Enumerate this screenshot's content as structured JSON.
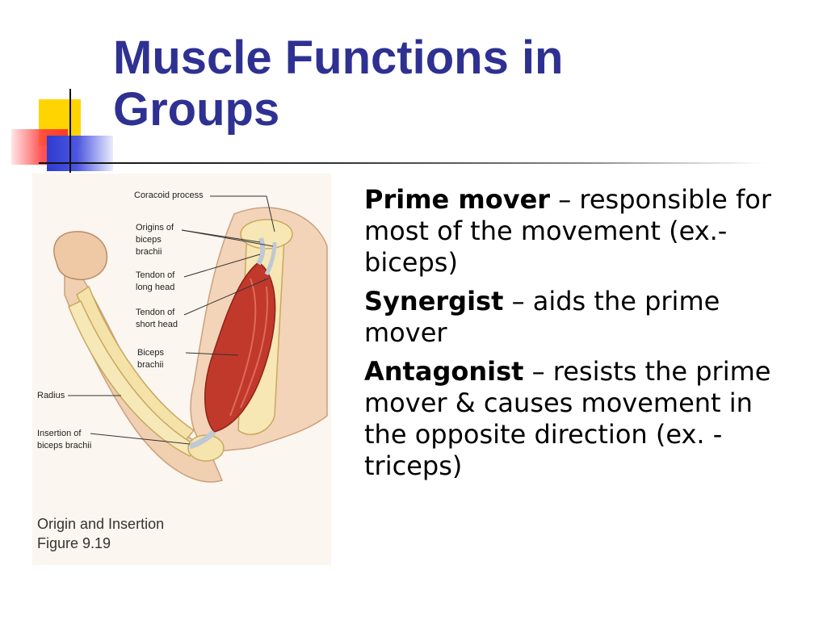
{
  "slide": {
    "title_line1": "Muscle Functions in",
    "title_line2": "Groups"
  },
  "figure": {
    "labels": {
      "coracoid": "Coracoid process",
      "origins": "Origins of\nbiceps\nbrachii",
      "tendon_long": "Tendon of\nlong head",
      "tendon_short": "Tendon of\nshort head",
      "biceps": "Biceps\nbrachii",
      "radius": "Radius",
      "insertion": "Insertion of\nbiceps brachii"
    },
    "caption_line1": "Origin and Insertion",
    "caption_line2": "Figure 9.19"
  },
  "points": [
    {
      "term": "Prime mover",
      "desc": " – responsible for most of the movement (ex.- biceps)"
    },
    {
      "term": "Synergist",
      "desc": " – aids the prime mover"
    },
    {
      "term": "Antagonist",
      "desc": " – resists the prime mover & causes movement in the opposite direction (ex. - triceps)"
    }
  ],
  "colors": {
    "title": "#2e3192",
    "accent_yellow": "#ffd400",
    "accent_blue": "#2f3bd0",
    "accent_red": "#ff2a2a",
    "muscle": "#c0392b"
  }
}
